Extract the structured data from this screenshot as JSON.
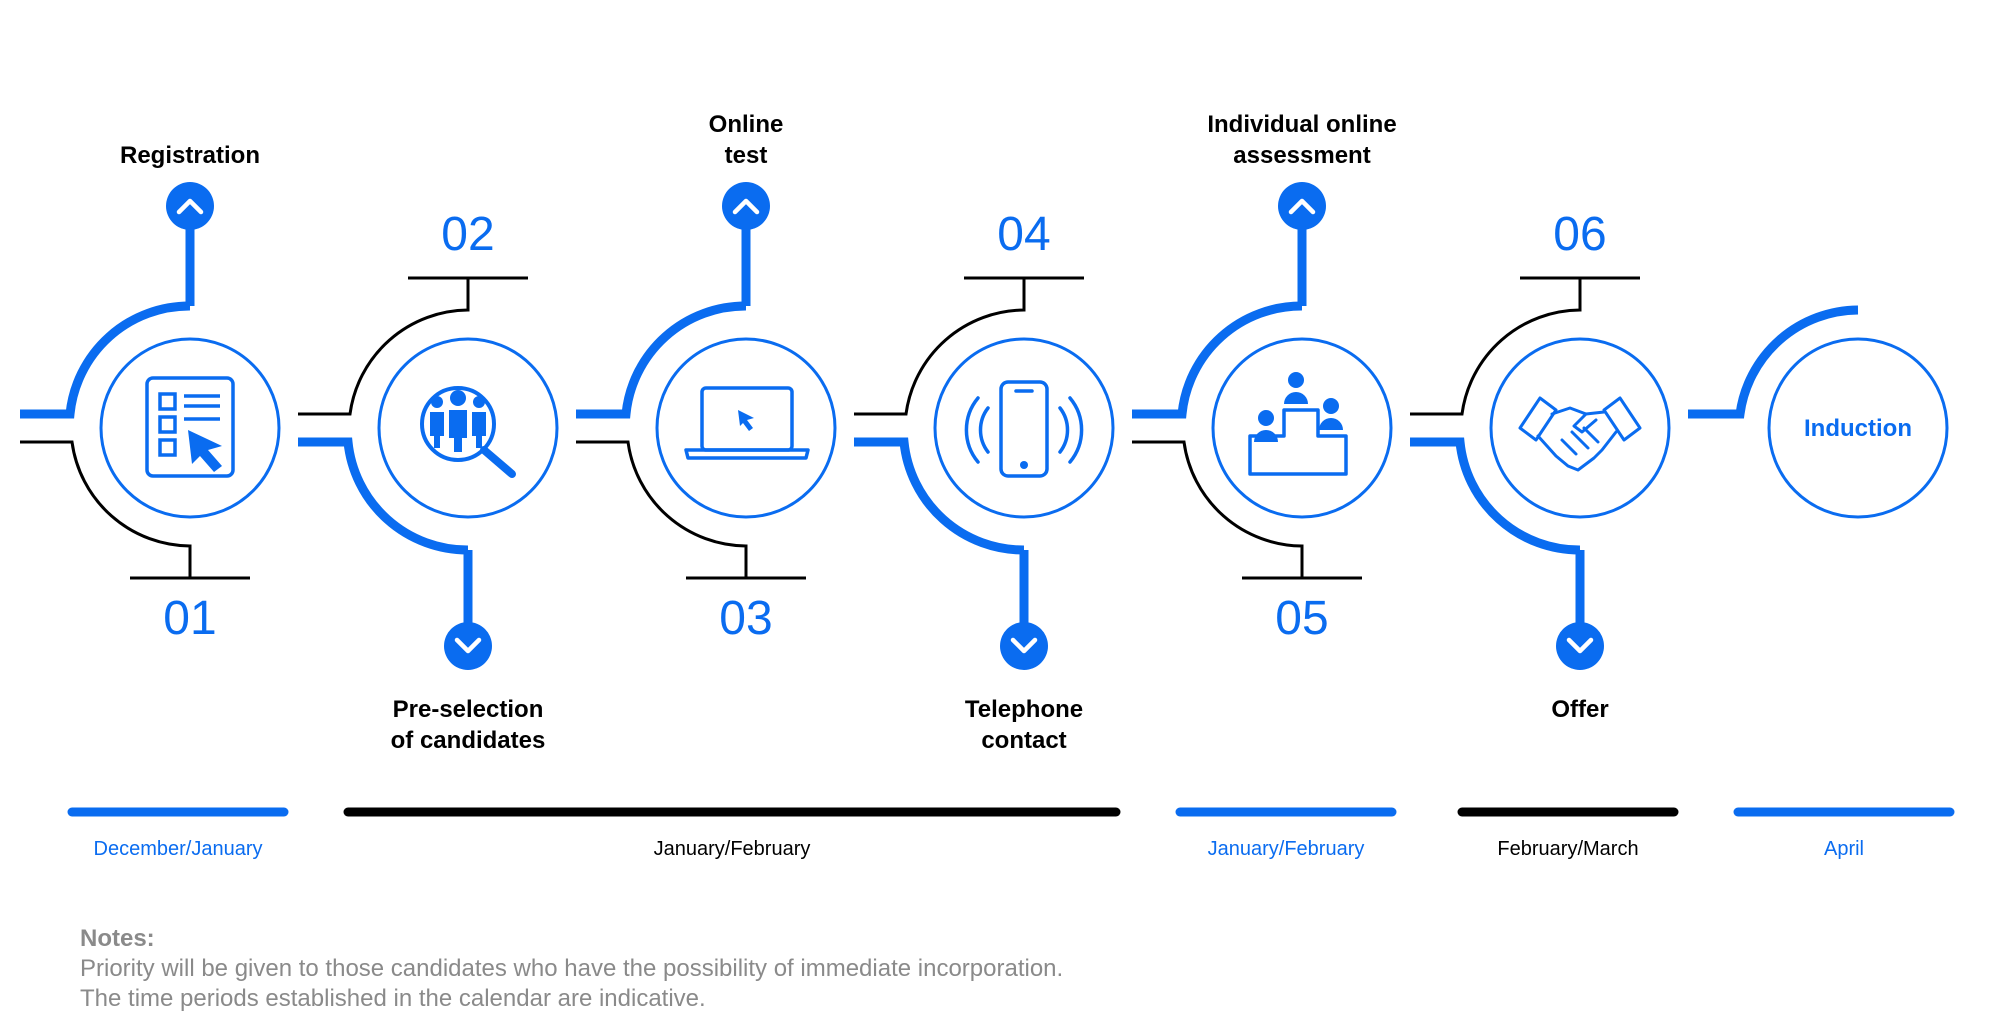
{
  "colors": {
    "blue": "#0a6cf0",
    "black": "#000000",
    "grey": "#8a8a8a"
  },
  "steps": [
    {
      "number": "01",
      "label": [
        "Registration"
      ],
      "icon": "checklist-icon"
    },
    {
      "number": "02",
      "label": [
        "Pre-selection",
        "of candidates"
      ],
      "icon": "people-search-icon"
    },
    {
      "number": "03",
      "label": [
        "Online",
        "test"
      ],
      "icon": "laptop-icon"
    },
    {
      "number": "04",
      "label": [
        "Telephone",
        "contact"
      ],
      "icon": "phone-icon"
    },
    {
      "number": "05",
      "label": [
        "Individual online",
        "assessment"
      ],
      "icon": "podium-icon"
    },
    {
      "number": "06",
      "label": [
        "Offer"
      ],
      "icon": "handshake-icon"
    },
    {
      "number": "",
      "label": [
        "Induction"
      ],
      "icon": ""
    }
  ],
  "periods": [
    {
      "label": "December/January",
      "color": "blue"
    },
    {
      "label": "January/February",
      "color": "black"
    },
    {
      "label": "January/February",
      "color": "blue"
    },
    {
      "label": "February/March",
      "color": "black"
    },
    {
      "label": "April",
      "color": "blue"
    }
  ],
  "notes": {
    "title": "Notes:",
    "lines": [
      "Priority will be given to those candidates who have the possibility of immediate incorporation.",
      "The time periods established in the calendar are indicative."
    ]
  }
}
